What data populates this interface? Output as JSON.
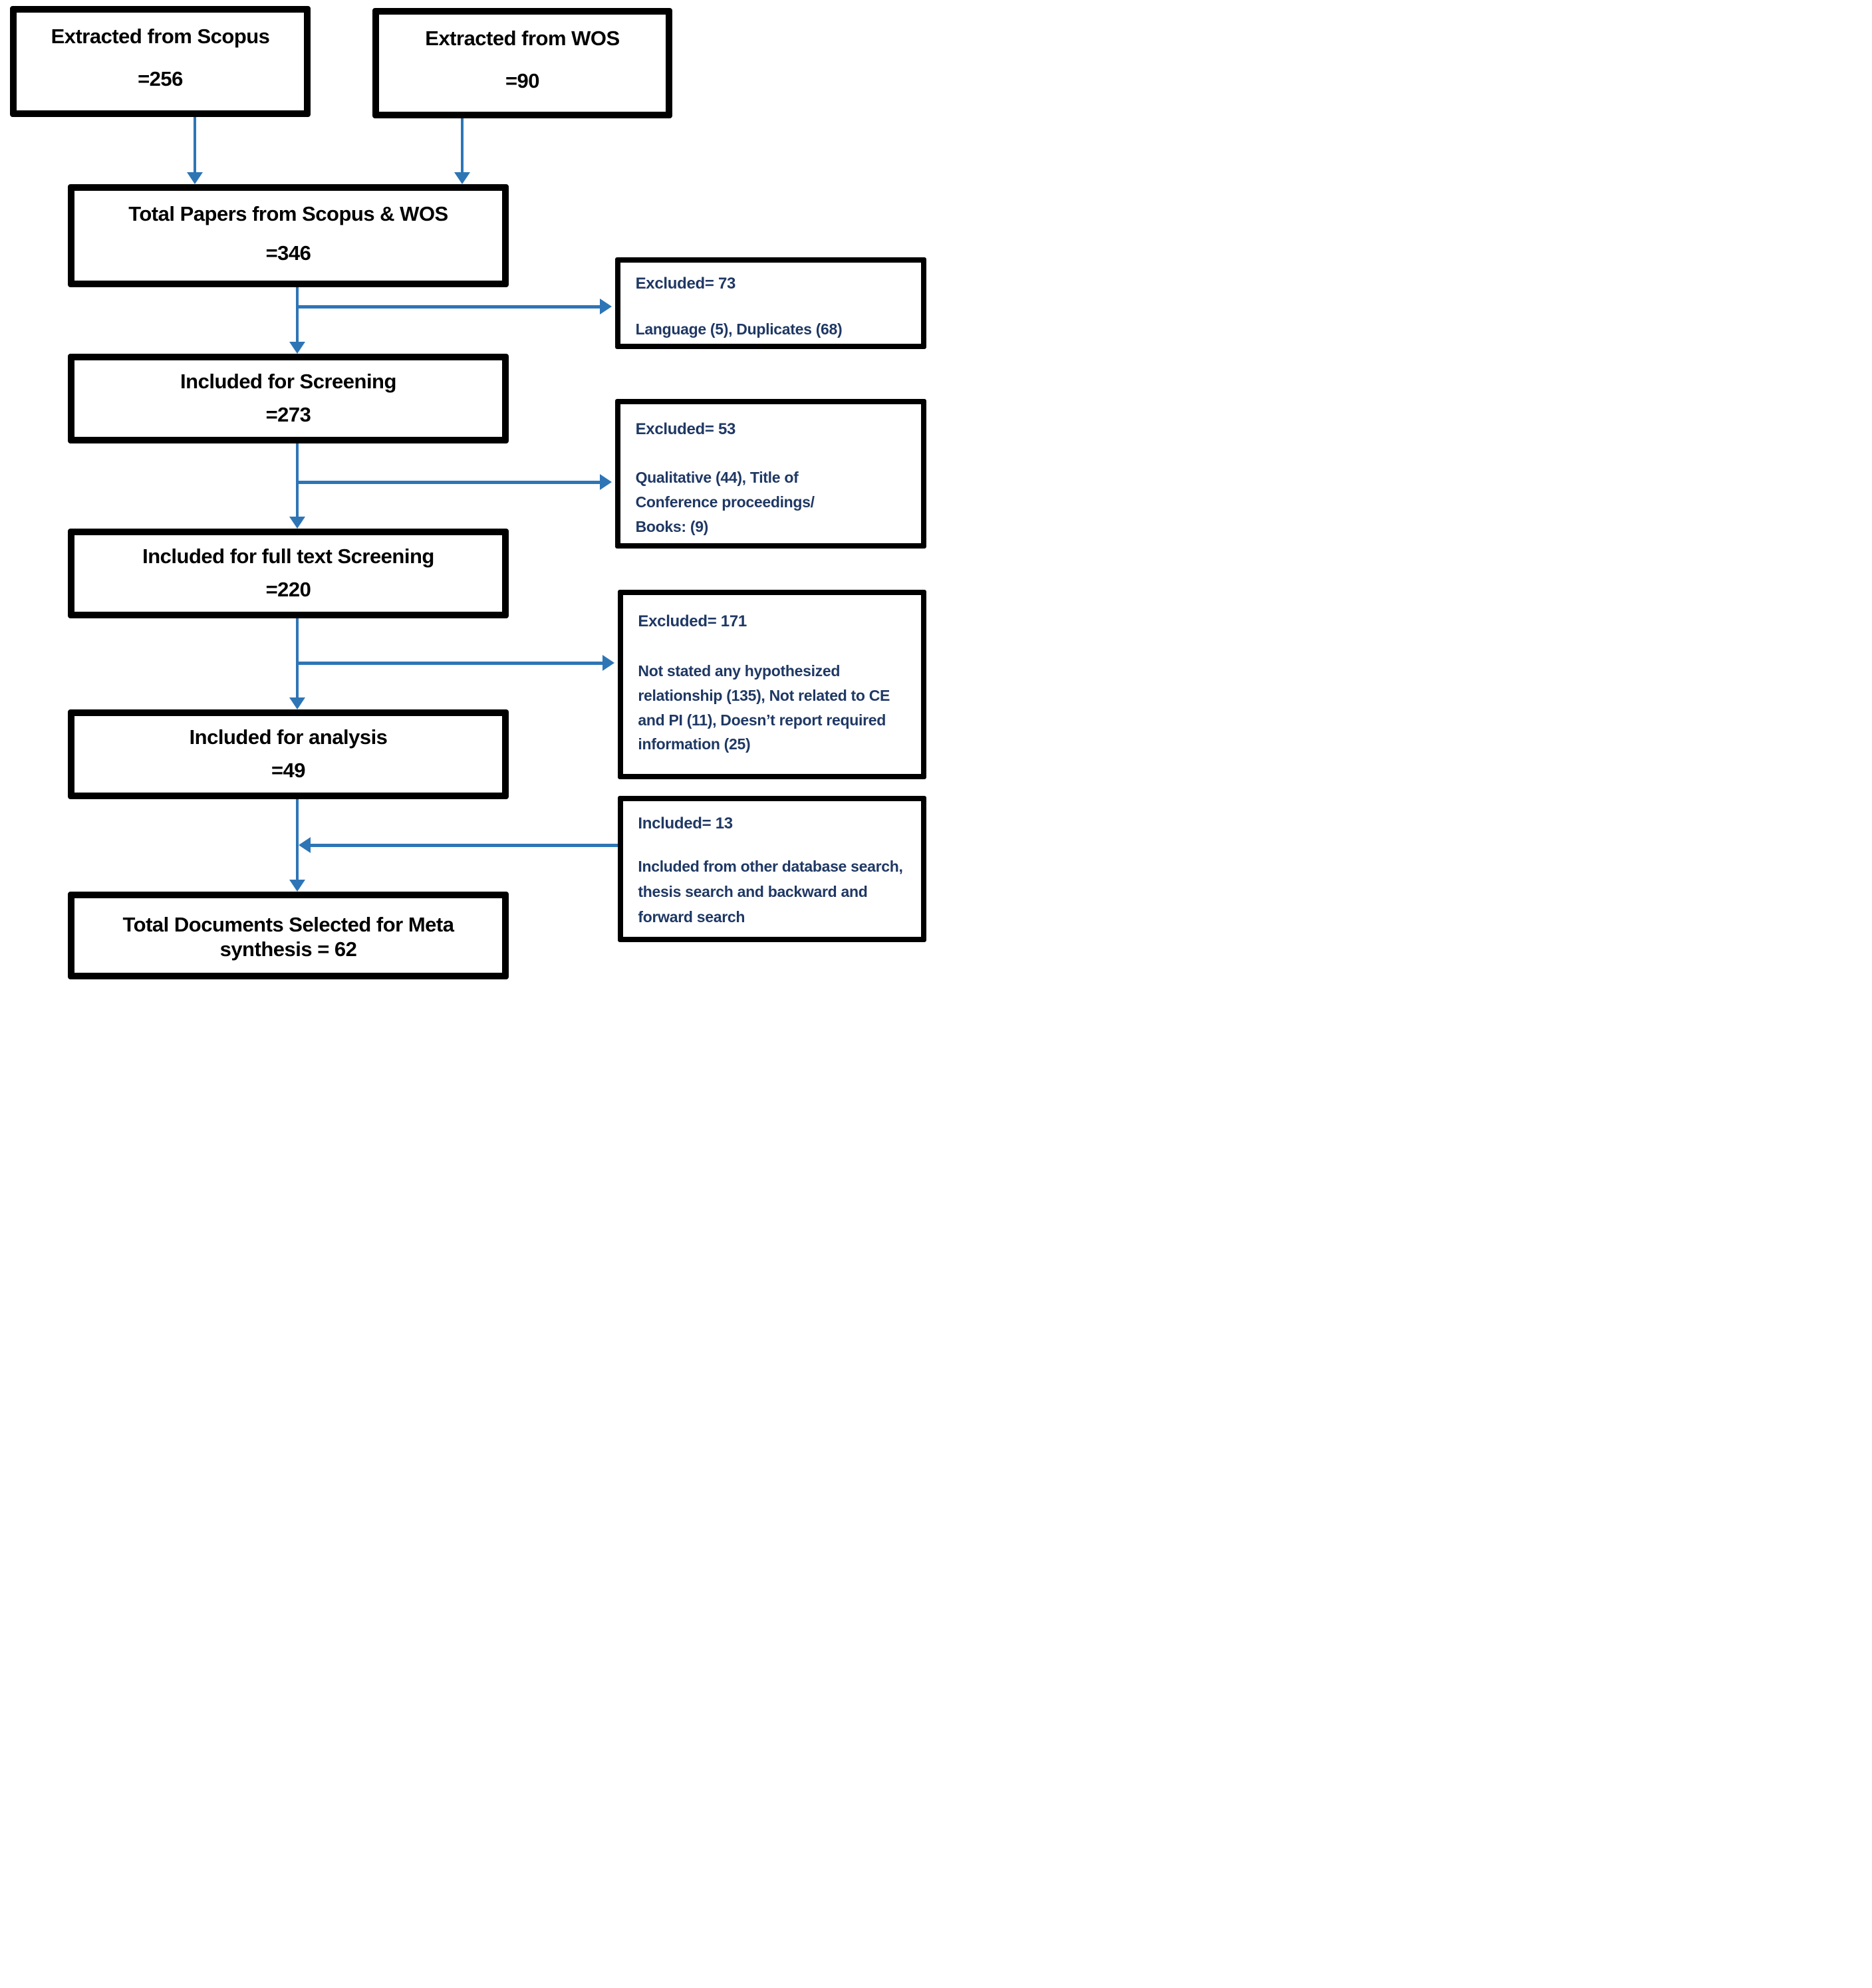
{
  "colors": {
    "arrow": "#2e75b6",
    "main_text": "#000000",
    "side_text": "#1f3864",
    "box_border": "#000000"
  },
  "nodes": {
    "scopus": {
      "title": "Extracted from Scopus",
      "value": "=256"
    },
    "wos": {
      "title": "Extracted from WOS",
      "value": "=90"
    },
    "total": {
      "title": "Total Papers from Scopus & WOS",
      "value": "=346"
    },
    "screening": {
      "title": "Included for Screening",
      "value": "=273"
    },
    "fulltext": {
      "title": "Included for full text Screening",
      "value": "=220"
    },
    "analysis": {
      "title": "Included for analysis",
      "value": "=49"
    },
    "final": {
      "line1": "Total Documents Selected for Meta",
      "line2": "synthesis = 62"
    }
  },
  "side_notes": {
    "excluded1": {
      "heading": "Excluded= 73",
      "detail": "Language (5), Duplicates (68)"
    },
    "excluded2": {
      "heading": "Excluded= 53",
      "detail": "Qualitative (44), Title of Conference proceedings/ Books: (9)"
    },
    "excluded3": {
      "heading": "Excluded= 171",
      "detail": "Not stated any hypothesized relationship (135), Not related to CE and PI (11), Doesn’t report required information (25)"
    },
    "included_other": {
      "heading": "Included= 13",
      "detail": "Included from other database search, thesis search and backward and forward search"
    }
  }
}
